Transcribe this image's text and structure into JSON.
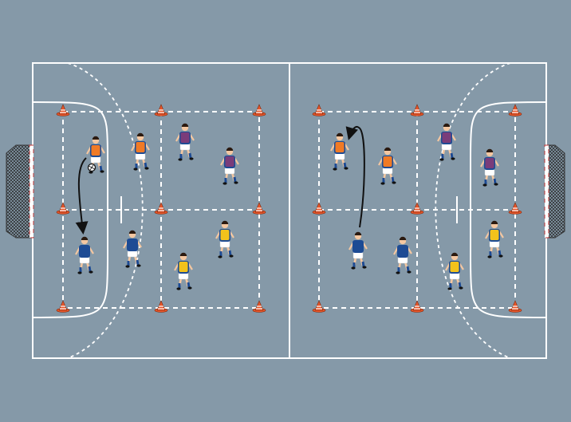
{
  "diagram": {
    "colors": {
      "background": "#8599a8",
      "court_lines": "#ffffff",
      "cone": "#e8562a",
      "goal_frame": "#333333",
      "orange_bib": "#f07a25",
      "purple_bib": "#7a3c7a",
      "yellow_bib": "#f2c21b",
      "blue_kit": "#1d4b94",
      "shorts": "#ffffff",
      "skin": "#f4c7a1",
      "arrow": "#111111"
    },
    "icons": [
      "cone-icon",
      "player-icon",
      "ball-icon",
      "goal-icon",
      "pass-arrow-icon"
    ],
    "teams": [
      "orange",
      "purple",
      "yellow",
      "blue"
    ]
  }
}
